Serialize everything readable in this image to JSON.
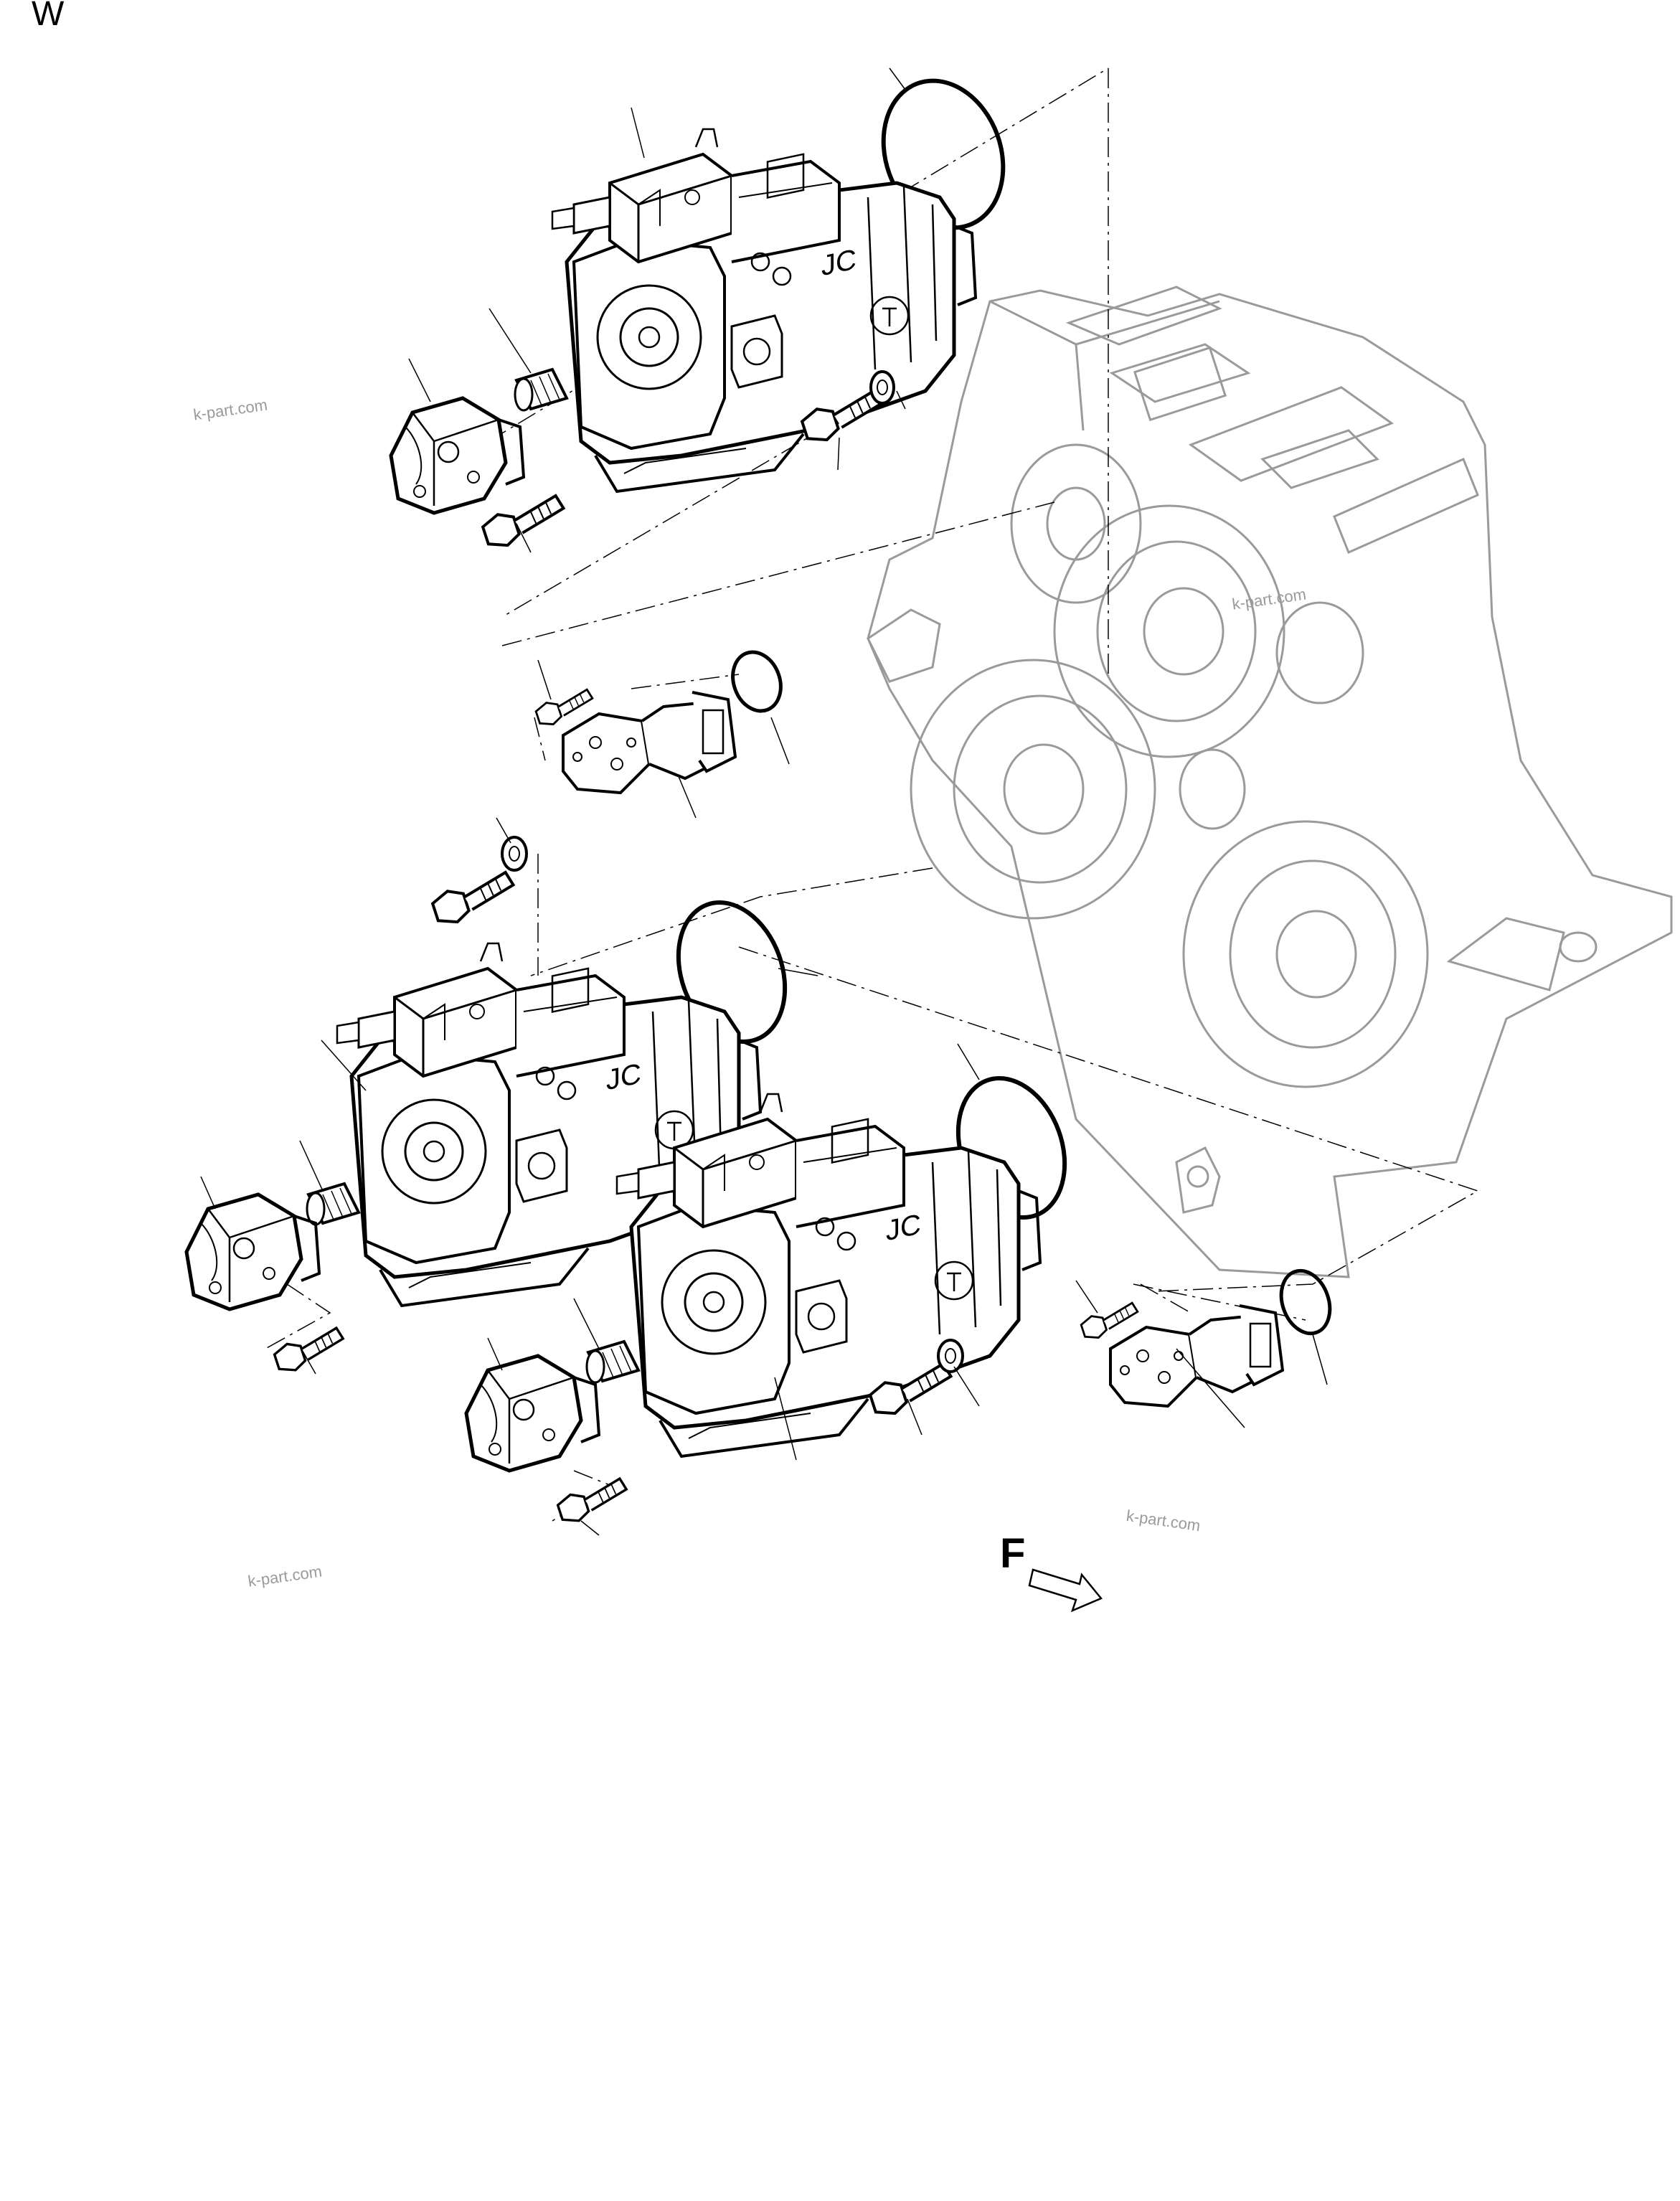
{
  "page": {
    "corner_label": "W",
    "direction_label": "F",
    "watermarks": [
      "k-part.com",
      "k-part.com",
      "k-part.com",
      "k-part.com"
    ]
  },
  "colors": {
    "ink": "#000000",
    "ghost": "#9a9a9a",
    "background": "#ffffff"
  },
  "parts": [
    {
      "name": "gearbox-housing",
      "style": "ghost"
    },
    {
      "name": "main-pump-upper"
    },
    {
      "name": "main-pump-middle"
    },
    {
      "name": "main-pump-lower"
    },
    {
      "name": "gear-pump-upper"
    },
    {
      "name": "gear-pump-middle"
    },
    {
      "name": "gear-pump-lower"
    },
    {
      "name": "auxiliary-pump-upper"
    },
    {
      "name": "auxiliary-pump-lower"
    },
    {
      "name": "o-ring"
    },
    {
      "name": "bolt"
    },
    {
      "name": "washer"
    },
    {
      "name": "coupling-sleeve"
    }
  ]
}
